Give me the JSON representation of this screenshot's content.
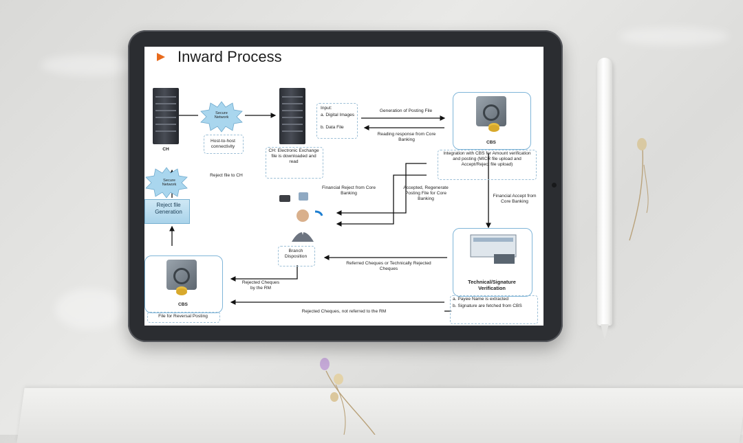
{
  "slide": {
    "title": "Inward Process",
    "nodes": {
      "ch": "CH",
      "secure_network_1": "Secure Network",
      "secure_network_2": "Secure Network",
      "host_to_host": "Host-to-host connectivity",
      "ch_electronic": "CH: Electronic Exchange file is downloaded and read",
      "input_title": "Input:",
      "input_item_1": "a.   Digital Images",
      "input_item_2": "b.   Data File",
      "generation_posting": "Generation of Posting File",
      "reading_response": "Reading response from Core Banking",
      "cbs_top": "CBS",
      "integration": "Integration with CBS for Amount verification and posting (MICR file upload and Accept/Reject file upload)",
      "reject_file_to_ch": "Reject file to CH",
      "reject_file_generation": "Reject file Generation",
      "financial_reject": "Financial Reject from Core Banking",
      "accepted_regenerate": "Accepted, Regenerate Posting File for Core Banking",
      "financial_accept": "Financial Accept from Core Banking",
      "branch_disposition": "Branch Disposition",
      "referred_cheques": "Referred Cheques or Technically Rejected Cheques",
      "technical_verification": "Technical/Signature Verification",
      "payee_name": "a.   Payee Name is extracted",
      "signature_fetched": "b.   Signature are fetched from CBS",
      "rejected_by_rm": "Rejected Cheques by the RM",
      "cbs_bottom": "CBS",
      "file_reversal": "File for Reversal Posting",
      "rejected_not_referred": "Rejected Cheques, not referred to the RM"
    }
  },
  "colors": {
    "accent_arrow": "#e86a1c",
    "box_border": "#7fb5d8",
    "starburst": "#a9d6ee"
  },
  "icons": [
    "server-icon",
    "safe-icon",
    "person-icon",
    "printer-icon",
    "phone-icon",
    "computer-icon"
  ]
}
